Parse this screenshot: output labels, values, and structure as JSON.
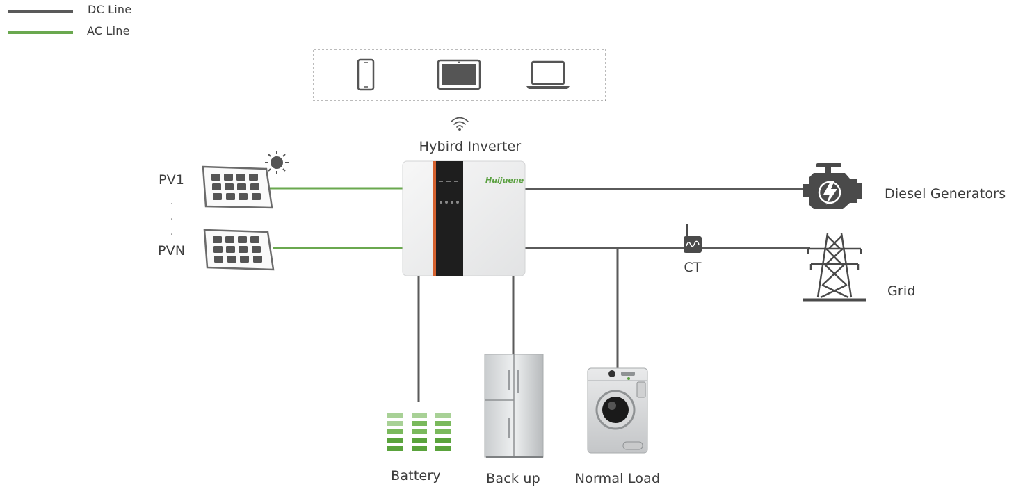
{
  "legend": {
    "dc_label": "DC Line",
    "ac_label": "AC Line",
    "dc_color": "#5a5a5a",
    "ac_color": "#6aa84f"
  },
  "devices_box": {
    "icons": [
      "smartphone-icon",
      "tablet-icon",
      "laptop-icon"
    ]
  },
  "inverter": {
    "title": "Hybird Inverter",
    "brand": "Huijuene",
    "icon": "wifi-icon",
    "accent_color": "#d4612f"
  },
  "pv": {
    "first_label": "PV1",
    "last_label": "PVN",
    "separator": "·"
  },
  "nodes": {
    "diesel": "Diesel Generators",
    "grid": "Grid",
    "ct": "CT",
    "battery": "Battery",
    "backup": "Back up",
    "normal_load": "Normal Load"
  }
}
